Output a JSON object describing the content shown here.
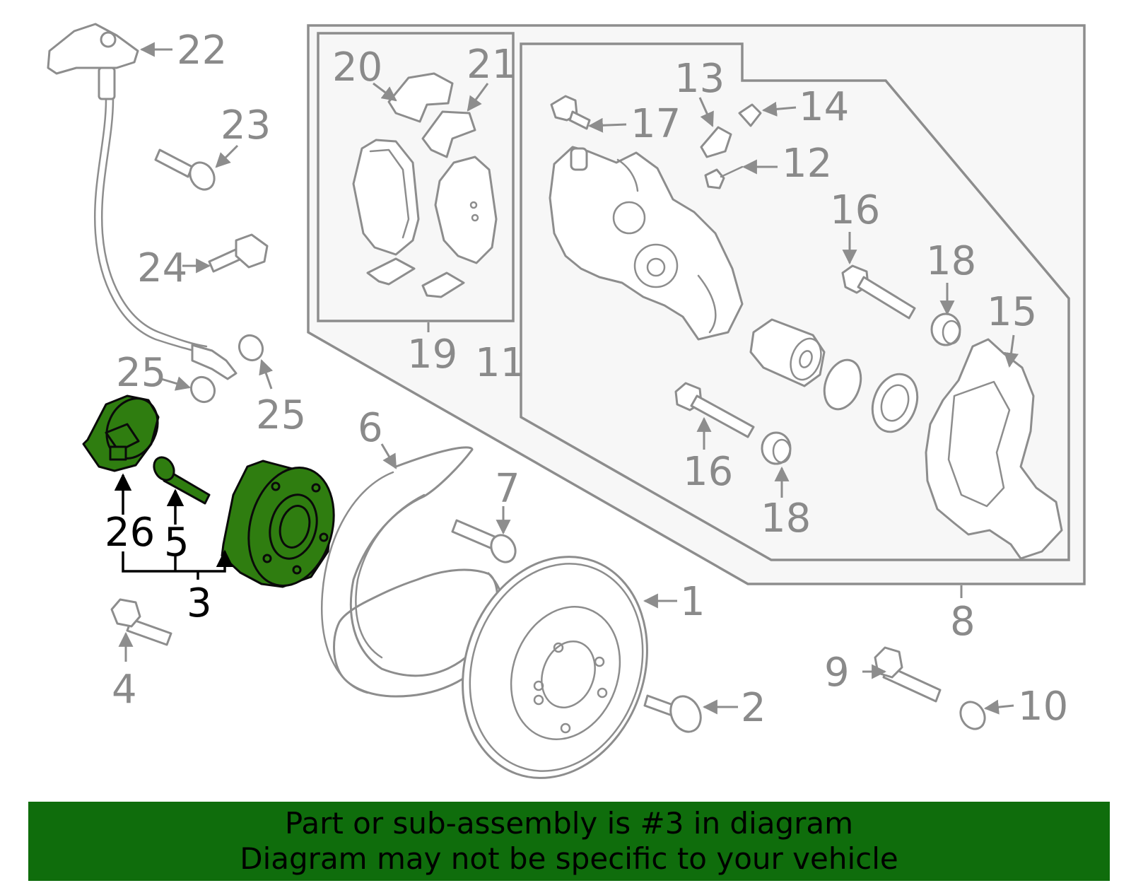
{
  "colors": {
    "highlight": "#2f7d10",
    "banner": "#0f6d0c",
    "line_gray": "#8d8d8d"
  },
  "callouts": {
    "c1": "1",
    "c2": "2",
    "c3": "3",
    "c4": "4",
    "c5": "5",
    "c6": "6",
    "c7": "7",
    "c8": "8",
    "c9": "9",
    "c10": "10",
    "c11": "11",
    "c12": "12",
    "c13": "13",
    "c14": "14",
    "c15": "15",
    "c16a": "16",
    "c16b": "16",
    "c17": "17",
    "c18a": "18",
    "c18b": "18",
    "c19": "19",
    "c20": "20",
    "c21": "21",
    "c22": "22",
    "c23": "23",
    "c24": "24",
    "c25a": "25",
    "c25b": "25",
    "c26": "26"
  },
  "highlighted_part": "3",
  "banner": {
    "line1": "Part or sub-assembly is #3 in diagram",
    "line2": "Diagram may not be specific to your vehicle"
  }
}
